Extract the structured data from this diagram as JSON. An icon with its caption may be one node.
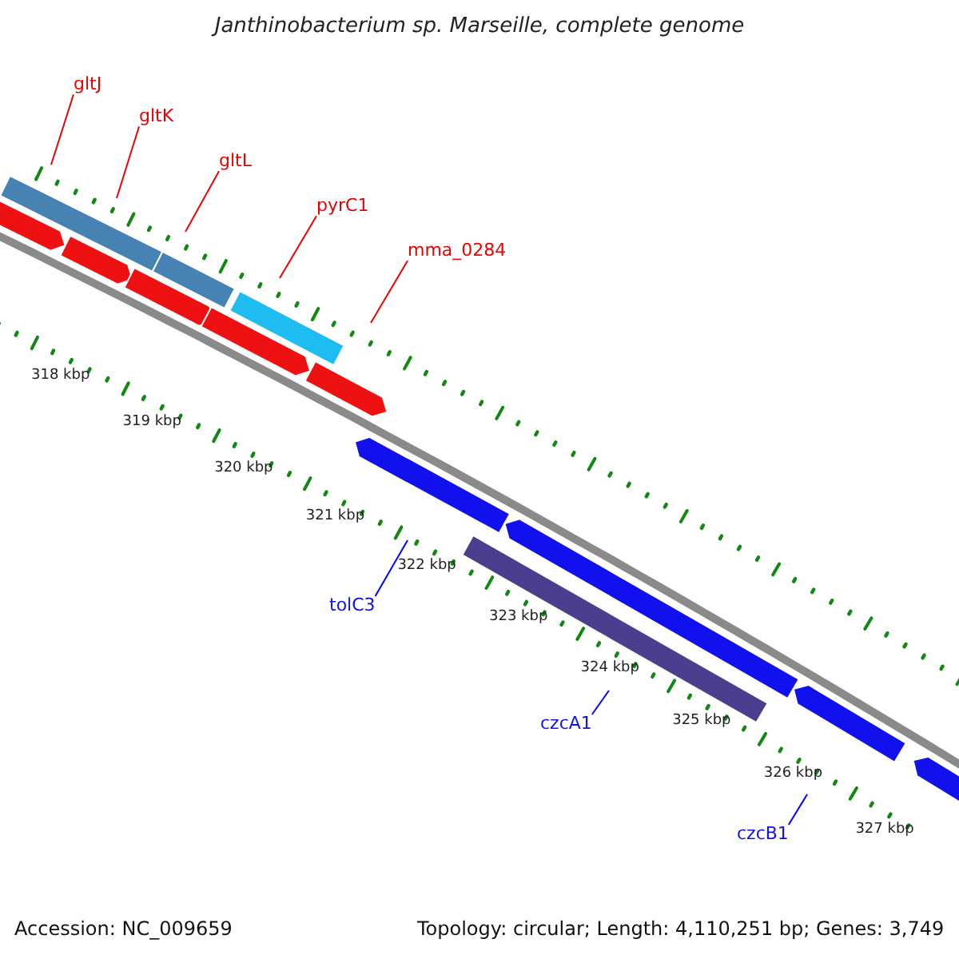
{
  "diagram": {
    "title": "Janthinobacterium sp. Marseille, complete genome",
    "nodes": [
      {
        "text": [
          "gltJ"
        ]
      },
      {
        "text": [
          "gltK"
        ]
      },
      {
        "text": [
          "gltL"
        ]
      },
      {
        "text": [
          "pyrC1"
        ]
      },
      {
        "text": [
          "mma_0284"
        ]
      },
      {
        "text": [
          "tolC3"
        ]
      },
      {
        "text": [
          "czcA1"
        ]
      },
      {
        "text": [
          "czcB1"
        ]
      }
    ],
    "edges": [
      {
        "from": 0,
        "to": null,
        "arrow": "none"
      },
      {
        "from": 1,
        "to": null,
        "arrow": "none"
      },
      {
        "from": 2,
        "to": null,
        "arrow": "none"
      },
      {
        "from": 3,
        "to": null,
        "arrow": "none"
      },
      {
        "from": 4,
        "to": null,
        "arrow": "none"
      },
      {
        "from": 5,
        "to": null,
        "arrow": "none",
        "color": "#0000ff"
      },
      {
        "from": 6,
        "to": null,
        "arrow": "none",
        "color": "#0000ff"
      },
      {
        "from": 7,
        "to": null,
        "arrow": "none",
        "color": "#0000ff"
      }
    ],
    "labels": [
      "318 kbp",
      "319 kbp",
      "320 kbp",
      "321 kbp",
      "322 kbp",
      "323 kbp",
      "324 kbp",
      "325 kbp",
      "326 kbp",
      "327 kbp",
      "Accession: NC_009659",
      "Topology: circular; Length: 4,110,251 bp; Genes: 3,749"
    ]
  }
}
